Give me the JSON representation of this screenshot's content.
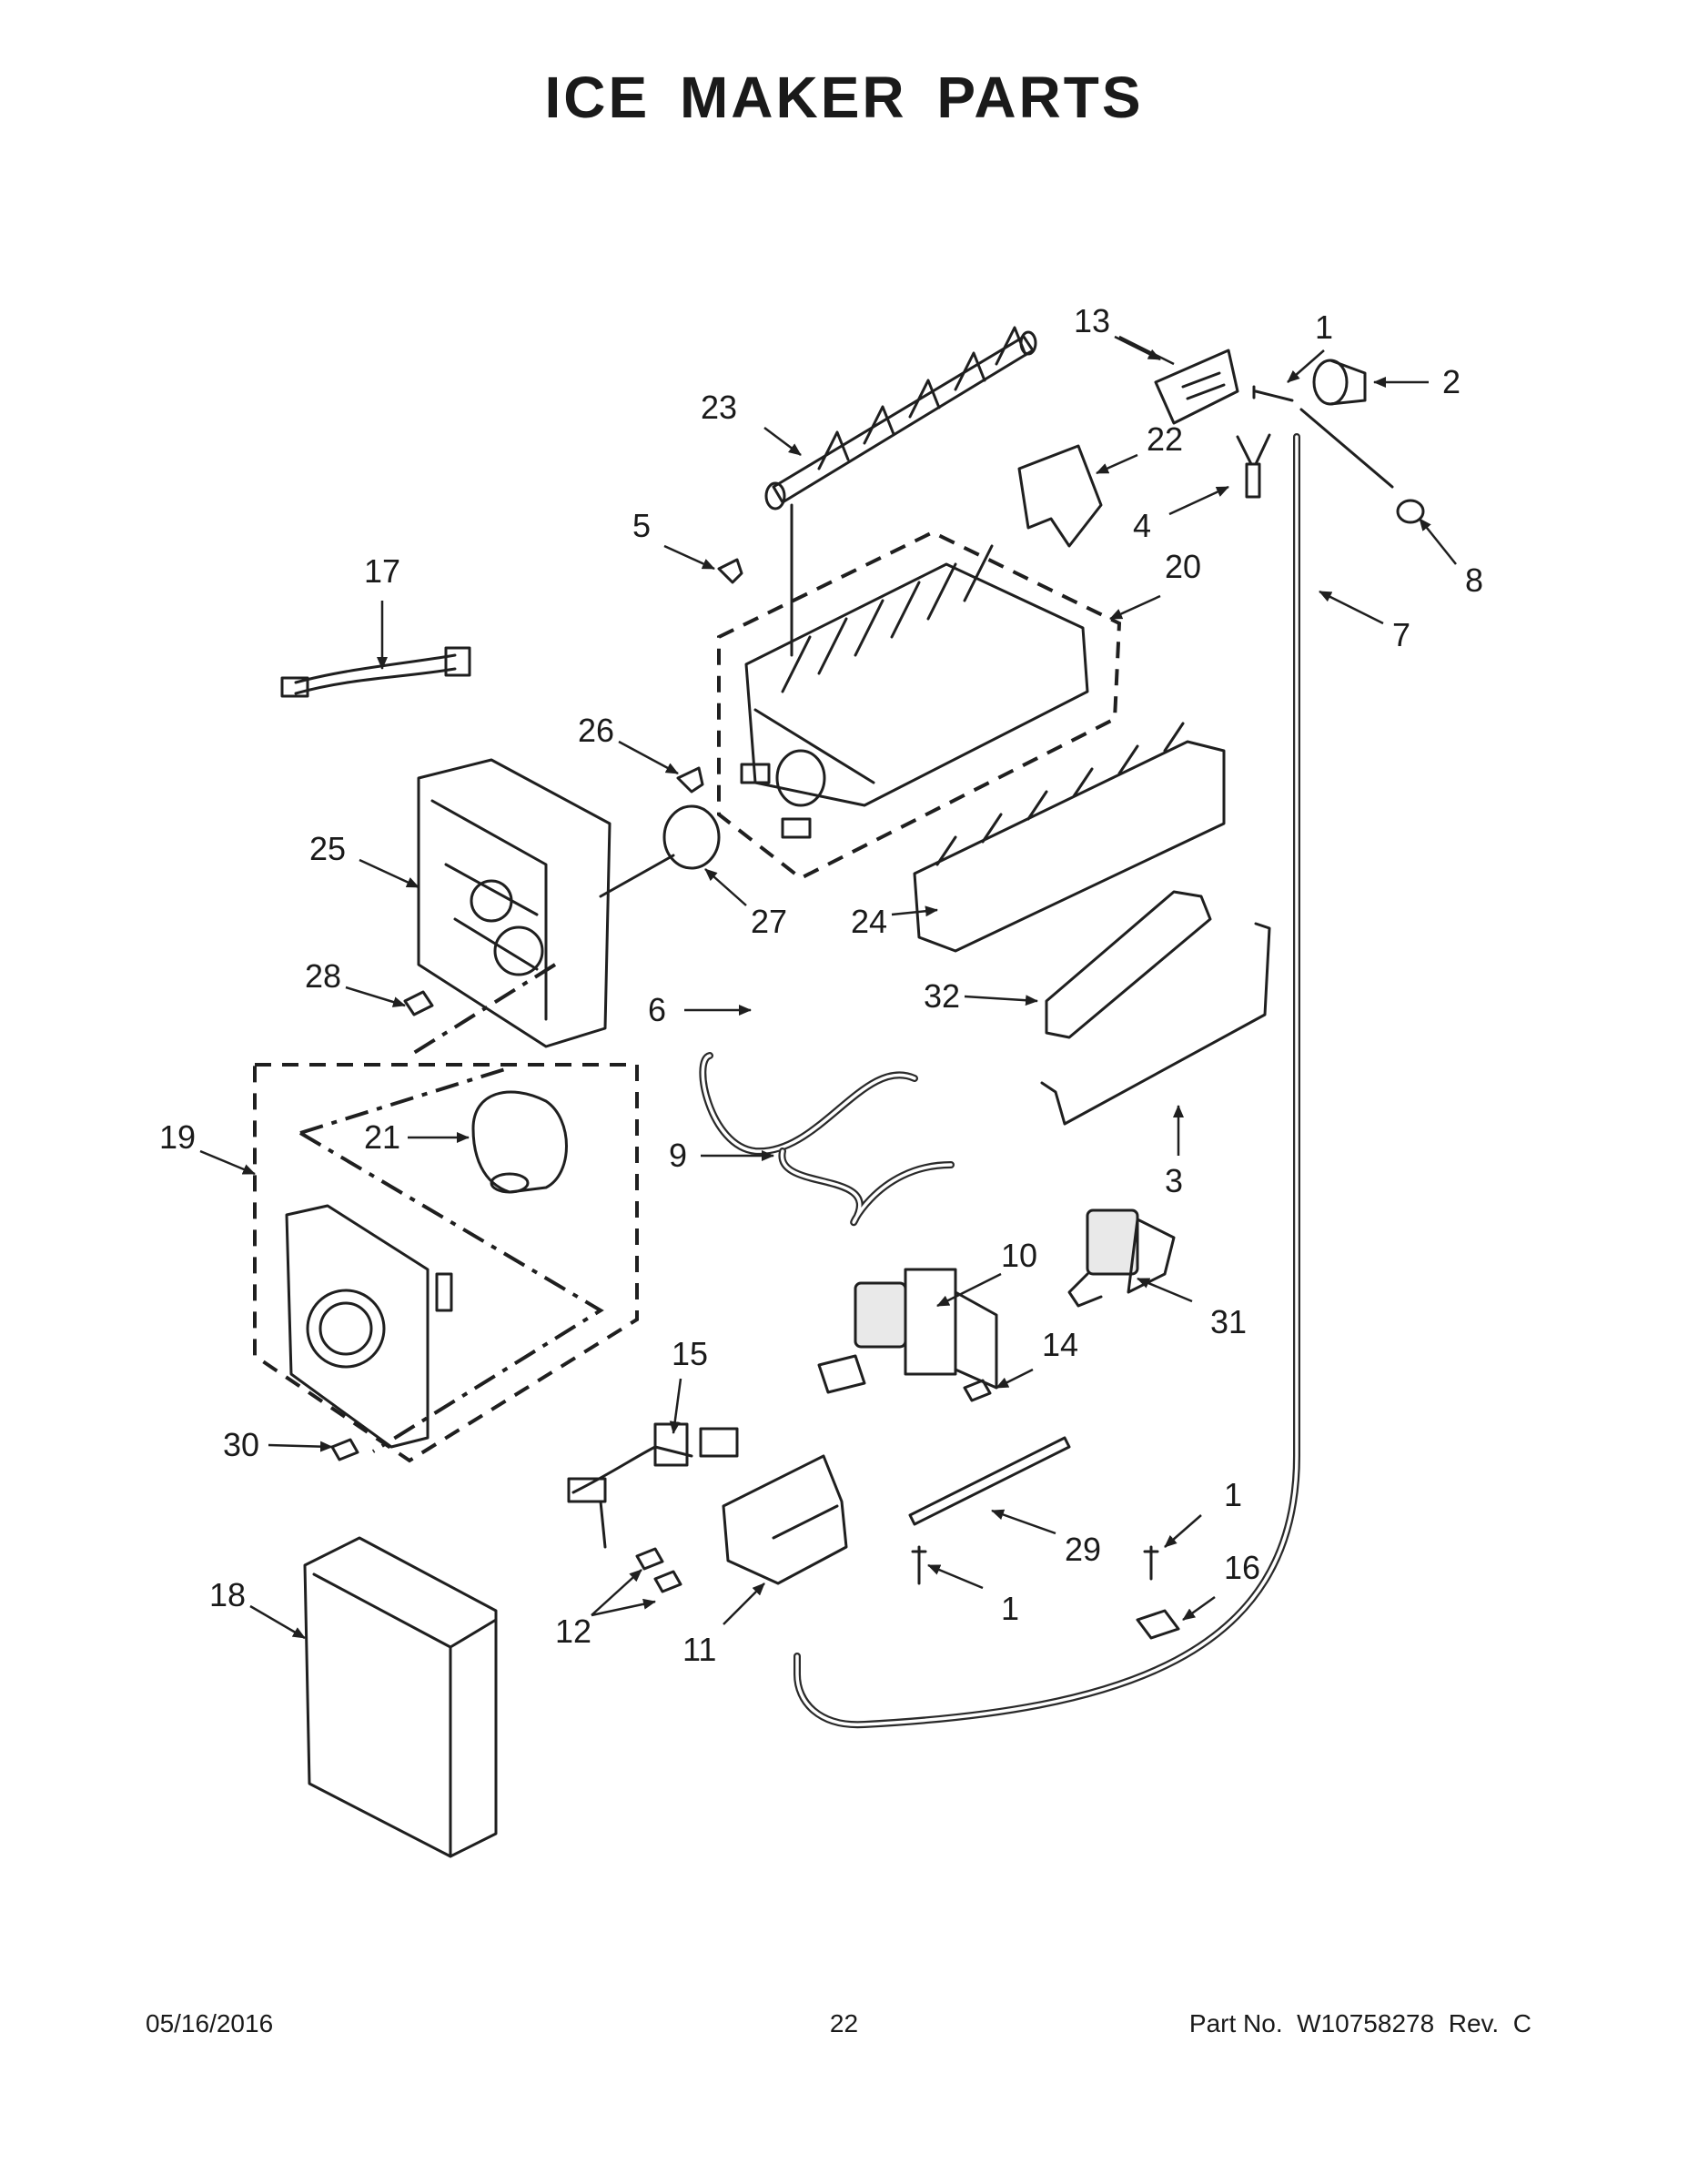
{
  "title": "ICE MAKER PARTS",
  "callouts": {
    "c1a": "1",
    "c2": "2",
    "c3": "3",
    "c4": "4",
    "c5": "5",
    "c6": "6",
    "c7": "7",
    "c8": "8",
    "c9": "9",
    "c10": "10",
    "c11": "11",
    "c12": "12",
    "c13": "13",
    "c14": "14",
    "c15": "15",
    "c16": "16",
    "c17": "17",
    "c18": "18",
    "c19": "19",
    "c20": "20",
    "c21": "21",
    "c22": "22",
    "c23": "23",
    "c24": "24",
    "c25": "25",
    "c26": "26",
    "c27": "27",
    "c28": "28",
    "c29": "29",
    "c30": "30",
    "c31": "31",
    "c32": "32",
    "c1b": "1",
    "c1c": "1"
  },
  "footer": {
    "date": "05/16/2016",
    "page": "22",
    "part": "Part No.  W10758278  Rev.  C"
  }
}
